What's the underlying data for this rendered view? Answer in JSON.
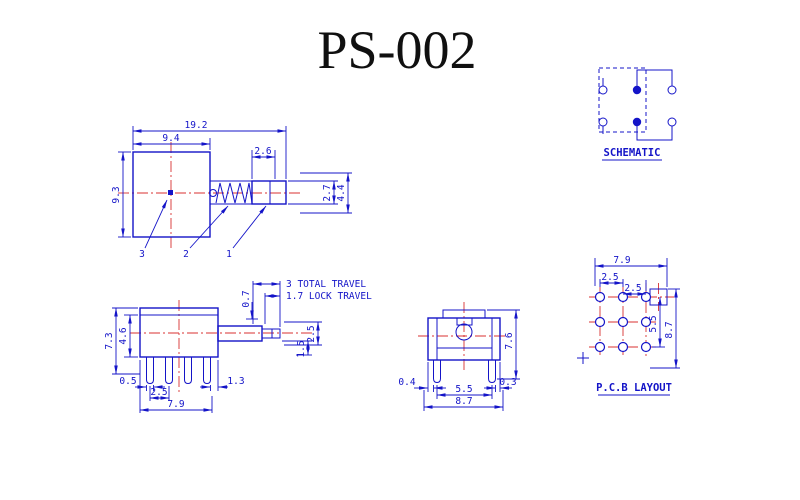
{
  "title": "PS-002",
  "colors": {
    "line_blue": "#1414c8",
    "centerline_red": "#d83030",
    "title_black": "#101010"
  },
  "side_view": {
    "dim_total_width": "19.2",
    "dim_body_width": "9.4",
    "dim_tip_width": "2.6",
    "dim_body_height": "9.3",
    "dim_plunger_height": "2.7",
    "dim_bushing_height": "4.4",
    "part3": "3",
    "part2": "2",
    "part1": "1"
  },
  "schematic": {
    "label": "SCHEMATIC"
  },
  "front_view": {
    "dim_height_total": "7.3",
    "dim_height_body": "4.6",
    "dim_step": "0.7",
    "total_travel": "3 TOTAL TRAVEL",
    "lock_travel": "1.7 LOCK TRAVEL",
    "dim_plunger_height": "2.5",
    "dim_shaft_height": "1.5",
    "dim_pin_width": "0.5",
    "dim_edge_offset": "1.3",
    "dim_pin_pitch": "2.5",
    "dim_body_width": "7.9"
  },
  "side_view_b": {
    "dim_height": "7.6",
    "dim_left_offset": "0.4",
    "dim_pin_span": "5.5",
    "dim_right_offset": "0.3",
    "dim_total_width": "8.7"
  },
  "pcb_layout": {
    "label": "P.C.B LAYOUT",
    "dim_width": "7.9",
    "dim_pitch_a": "2.5",
    "dim_pitch_b": "2.5",
    "dim_row_span": "5.5",
    "dim_height": "8.7"
  }
}
